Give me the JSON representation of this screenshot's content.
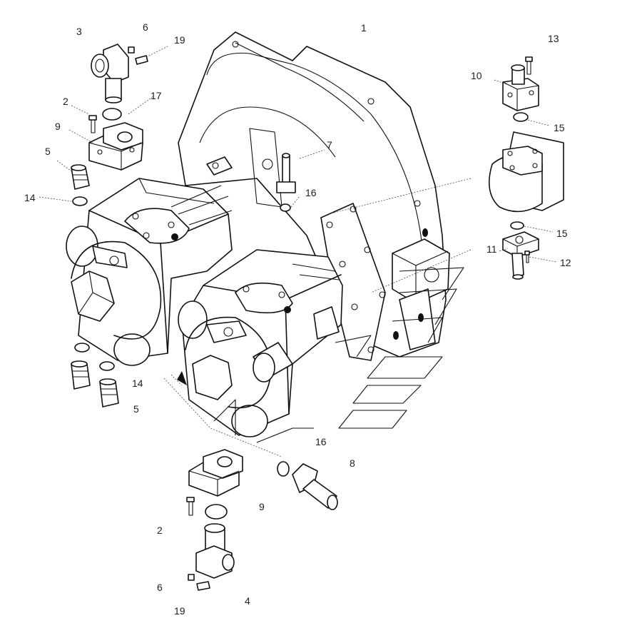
{
  "callouts": [
    {
      "key": "c1",
      "text": "1"
    },
    {
      "key": "c3",
      "text": "3"
    },
    {
      "key": "c6a",
      "text": "6"
    },
    {
      "key": "c19a",
      "text": "19"
    },
    {
      "key": "c2a",
      "text": "2"
    },
    {
      "key": "c17",
      "text": "17"
    },
    {
      "key": "c9a",
      "text": "9"
    },
    {
      "key": "c5a",
      "text": "5"
    },
    {
      "key": "c14a",
      "text": "14"
    },
    {
      "key": "c7",
      "text": "7"
    },
    {
      "key": "c16a",
      "text": "16"
    },
    {
      "key": "c13",
      "text": "13"
    },
    {
      "key": "c10",
      "text": "10"
    },
    {
      "key": "c15a",
      "text": "15"
    },
    {
      "key": "c15b",
      "text": "15"
    },
    {
      "key": "c11",
      "text": "11"
    },
    {
      "key": "c12",
      "text": "12"
    },
    {
      "key": "c14b",
      "text": "14"
    },
    {
      "key": "c5b",
      "text": "5"
    },
    {
      "key": "c16b",
      "text": "16"
    },
    {
      "key": "c8",
      "text": "8"
    },
    {
      "key": "c9b",
      "text": "9"
    },
    {
      "key": "c2b",
      "text": "2"
    },
    {
      "key": "c6b",
      "text": "6"
    },
    {
      "key": "c4",
      "text": "4"
    },
    {
      "key": "c19b",
      "text": "19"
    }
  ]
}
